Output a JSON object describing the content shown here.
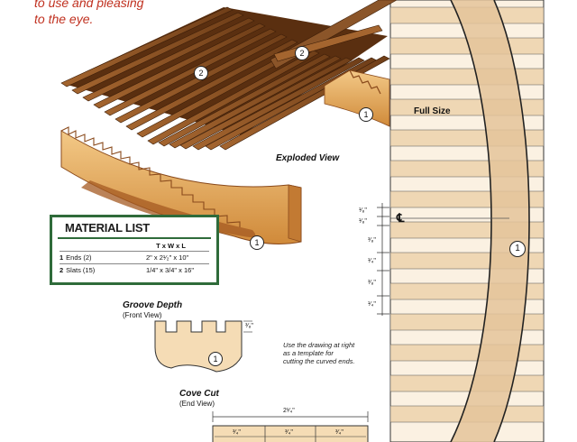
{
  "intro_lines": [
    "to use and pleasing",
    "to the eye."
  ],
  "labels": {
    "exploded_view": "Exploded View",
    "full_size": "Full Size",
    "groove_depth_title": "Groove Depth",
    "groove_depth_sub": "(Front View)",
    "cove_cut_title": "Cove Cut",
    "cove_cut_sub": "(End View)",
    "template_note": "Use the drawing at right as a template for cutting the curved ends.",
    "centerline": "℄"
  },
  "callouts": {
    "slats_a": "2",
    "slats_b": "2",
    "end_back": "1",
    "end_front": "1",
    "full_size_end": "1",
    "groove_end": "1"
  },
  "material_list": {
    "title": "MATERIAL LIST",
    "columns": "T x W x L",
    "rows": [
      {
        "num": "1",
        "name": "Ends (2)",
        "dims": "2\" x 2¹⁄₂\" x 10\""
      },
      {
        "num": "2",
        "name": "Slats (15)",
        "dims": "1/4\" x 3/4\" x 16\""
      }
    ]
  },
  "dimensions": {
    "fs_1": "¹⁄₈\"",
    "fs_2": "¹⁄₈\"",
    "fs_3": "³⁄₈\"",
    "fs_4": "¹⁄₄\"",
    "fs_5": "³⁄₈\"",
    "fs_6": "¹⁄₄\"",
    "groove_depth": "³⁄₈\"",
    "cove_total": "2¹⁄₄\"",
    "cove_seg_1": "³⁄₄\"",
    "cove_seg_2": "³⁄₄\"",
    "cove_seg_3": "³⁄₄\""
  },
  "colors": {
    "wood_light": "#f0c079",
    "wood_mid": "#d4913f",
    "wood_dark": "#8a4a1c",
    "slat": "#8b5529",
    "intro_red": "#c0301f",
    "list_border": "#2f6b3a",
    "strip_a": "#efd7b4",
    "strip_b": "#fbf1e2",
    "band": "#e4c49a"
  }
}
